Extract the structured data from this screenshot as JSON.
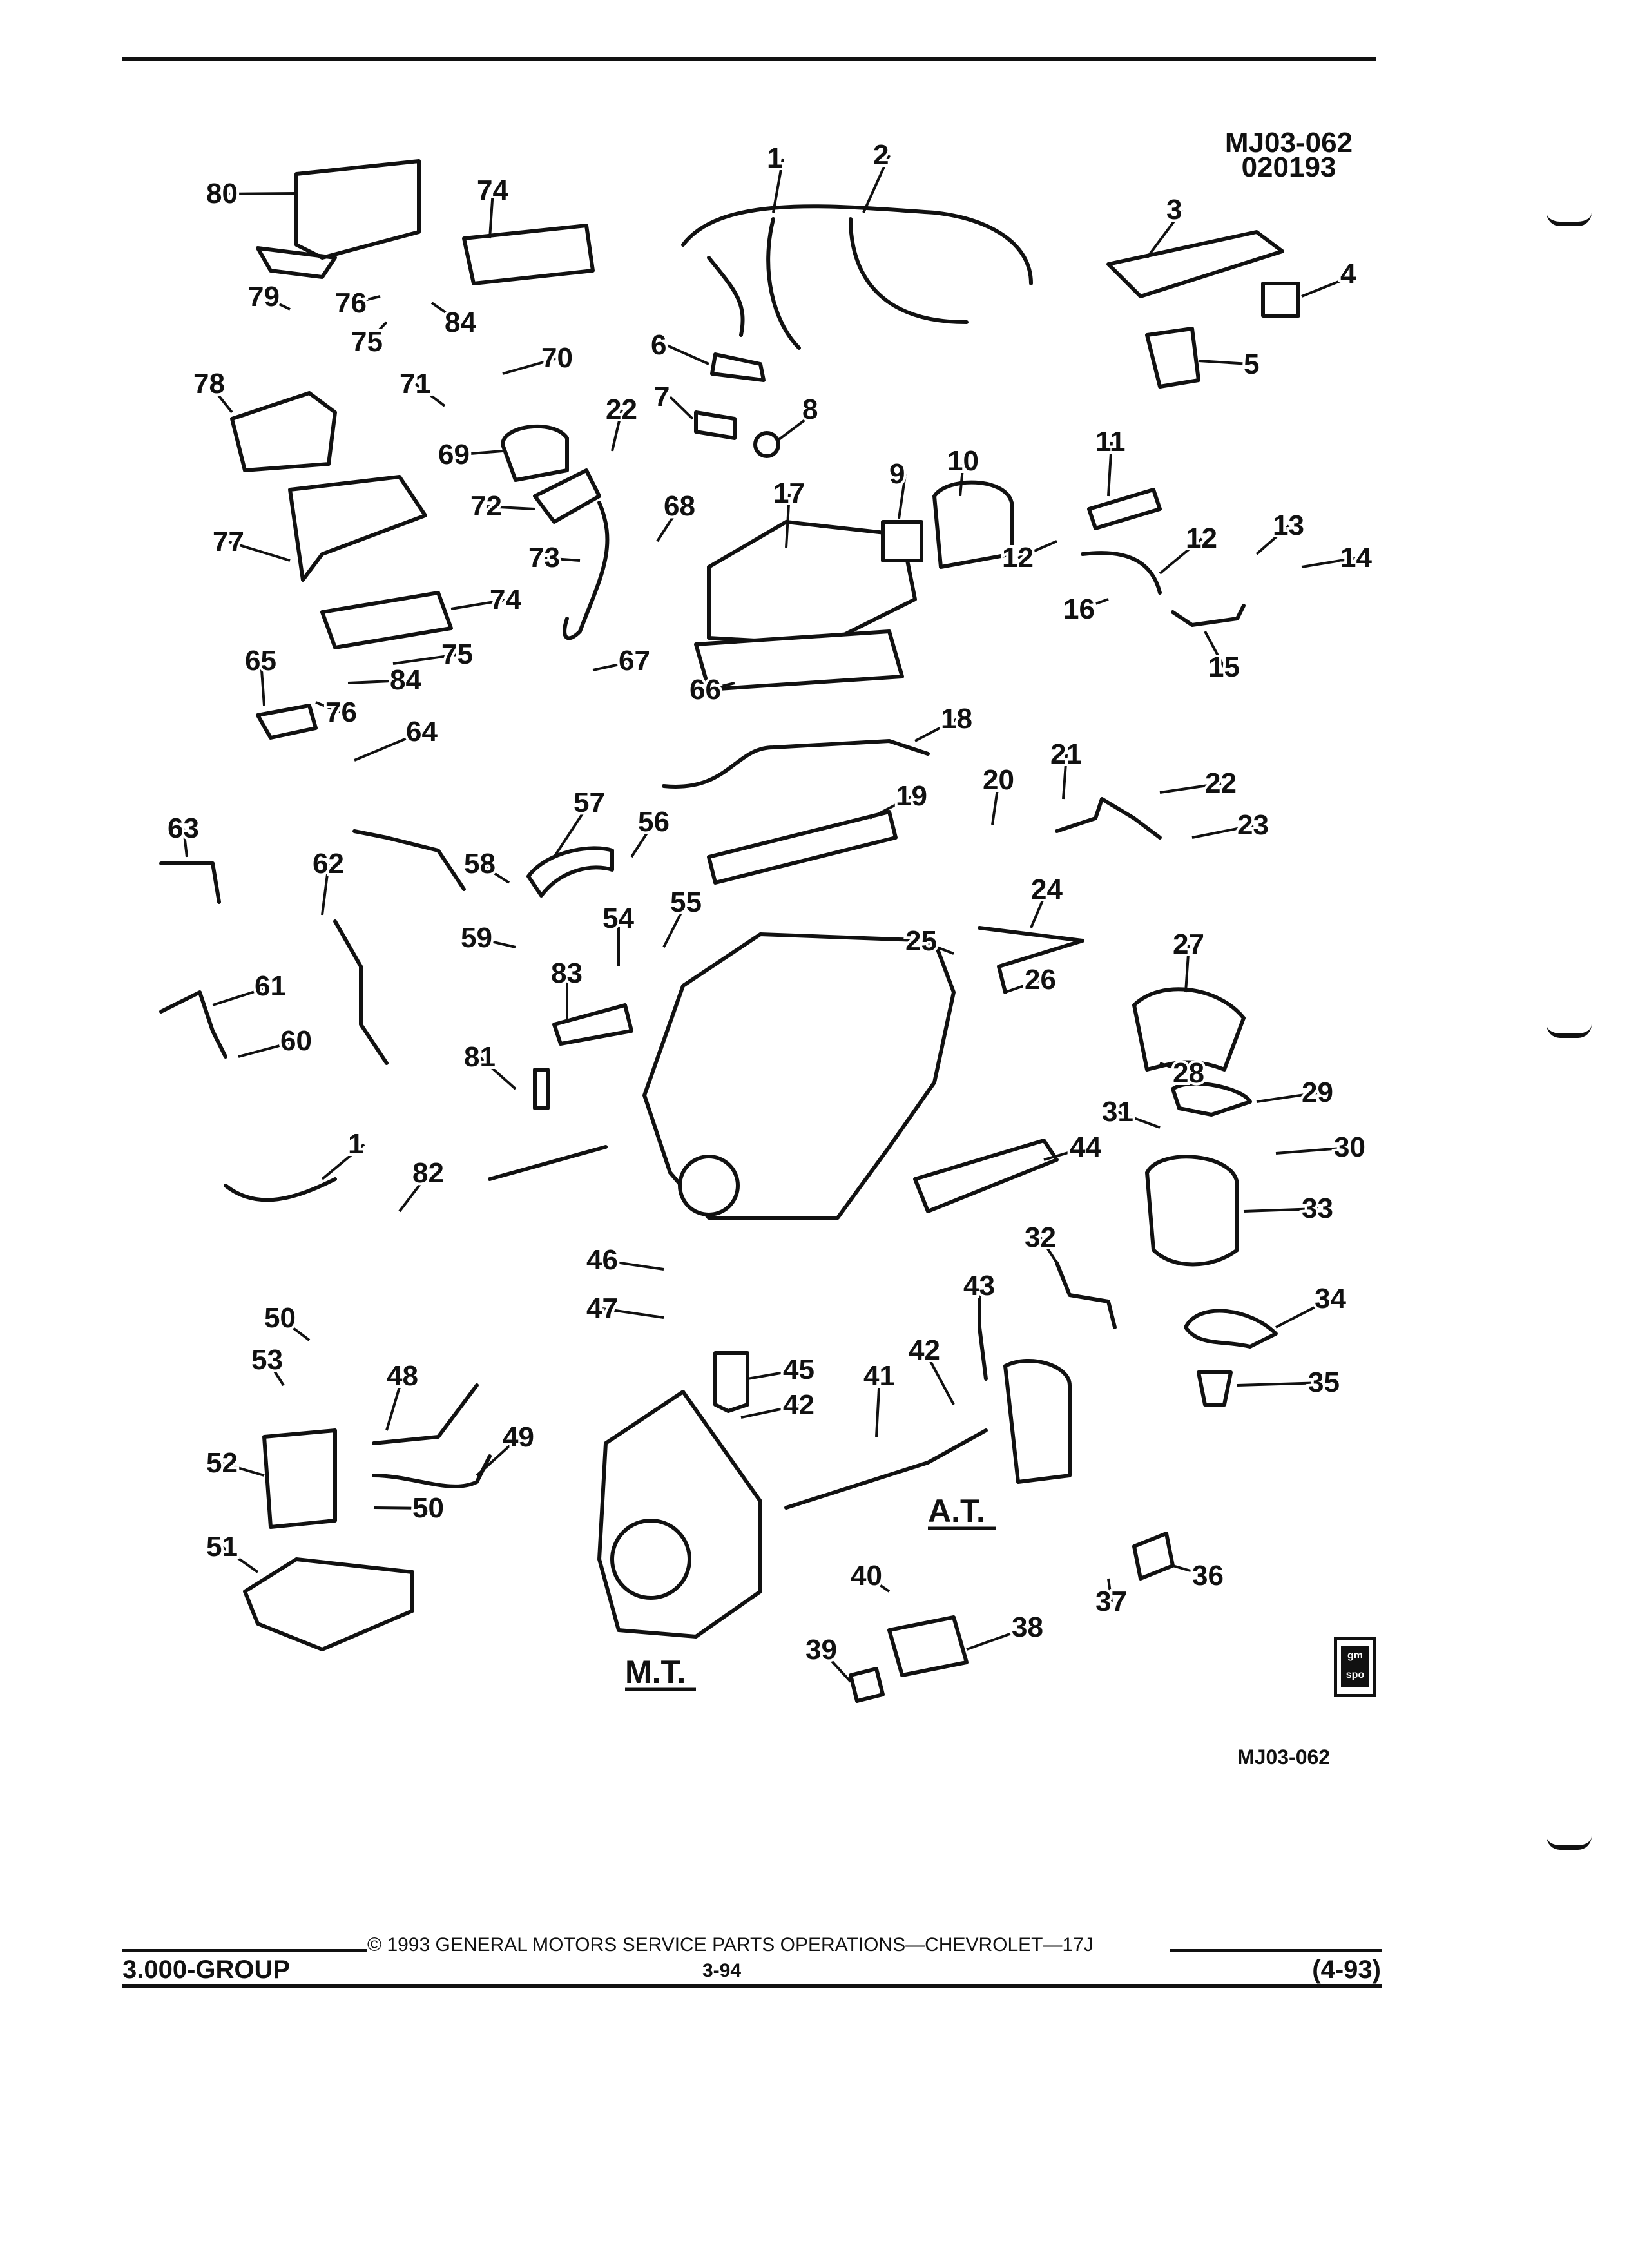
{
  "header": {
    "figure_id": "MJ03-062",
    "figure_date": "020193"
  },
  "diagram": {
    "callouts": [
      {
        "key": "c1",
        "text": "1"
      },
      {
        "key": "c2",
        "text": "2"
      },
      {
        "key": "c3",
        "text": "3"
      },
      {
        "key": "c4",
        "text": "4"
      },
      {
        "key": "c5",
        "text": "5"
      },
      {
        "key": "c6",
        "text": "6"
      },
      {
        "key": "c7",
        "text": "7"
      },
      {
        "key": "c8",
        "text": "8"
      },
      {
        "key": "c9",
        "text": "9"
      },
      {
        "key": "c10",
        "text": "10"
      },
      {
        "key": "c11",
        "text": "11"
      },
      {
        "key": "c12a",
        "text": "12"
      },
      {
        "key": "c12b",
        "text": "12"
      },
      {
        "key": "c13",
        "text": "13"
      },
      {
        "key": "c14",
        "text": "14"
      },
      {
        "key": "c15",
        "text": "15"
      },
      {
        "key": "c16",
        "text": "16"
      },
      {
        "key": "c17",
        "text": "17"
      },
      {
        "key": "c18",
        "text": "18"
      },
      {
        "key": "c19",
        "text": "19"
      },
      {
        "key": "c20",
        "text": "20"
      },
      {
        "key": "c21",
        "text": "21"
      },
      {
        "key": "c22a",
        "text": "22"
      },
      {
        "key": "c22b",
        "text": "22"
      },
      {
        "key": "c23",
        "text": "23"
      },
      {
        "key": "c24",
        "text": "24"
      },
      {
        "key": "c25",
        "text": "25"
      },
      {
        "key": "c26",
        "text": "26"
      },
      {
        "key": "c27",
        "text": "27"
      },
      {
        "key": "c28",
        "text": "28"
      },
      {
        "key": "c29",
        "text": "29"
      },
      {
        "key": "c30",
        "text": "30"
      },
      {
        "key": "c31",
        "text": "31"
      },
      {
        "key": "c32",
        "text": "32"
      },
      {
        "key": "c33",
        "text": "33"
      },
      {
        "key": "c34",
        "text": "34"
      },
      {
        "key": "c35",
        "text": "35"
      },
      {
        "key": "c36",
        "text": "36"
      },
      {
        "key": "c37",
        "text": "37"
      },
      {
        "key": "c38",
        "text": "38"
      },
      {
        "key": "c39",
        "text": "39"
      },
      {
        "key": "c40",
        "text": "40"
      },
      {
        "key": "c41",
        "text": "41"
      },
      {
        "key": "c42a",
        "text": "42"
      },
      {
        "key": "c42b",
        "text": "42"
      },
      {
        "key": "c43",
        "text": "43"
      },
      {
        "key": "c44",
        "text": "44"
      },
      {
        "key": "c45",
        "text": "45"
      },
      {
        "key": "c46",
        "text": "46"
      },
      {
        "key": "c47",
        "text": "47"
      },
      {
        "key": "c48",
        "text": "48"
      },
      {
        "key": "c49",
        "text": "49"
      },
      {
        "key": "c50a",
        "text": "50"
      },
      {
        "key": "c50b",
        "text": "50"
      },
      {
        "key": "c51",
        "text": "51"
      },
      {
        "key": "c52",
        "text": "52"
      },
      {
        "key": "c53",
        "text": "53"
      },
      {
        "key": "c54",
        "text": "54"
      },
      {
        "key": "c55",
        "text": "55"
      },
      {
        "key": "c56",
        "text": "56"
      },
      {
        "key": "c57",
        "text": "57"
      },
      {
        "key": "c58",
        "text": "58"
      },
      {
        "key": "c59",
        "text": "59"
      },
      {
        "key": "c60",
        "text": "60"
      },
      {
        "key": "c61",
        "text": "61"
      },
      {
        "key": "c62",
        "text": "62"
      },
      {
        "key": "c63",
        "text": "63"
      },
      {
        "key": "c64",
        "text": "64"
      },
      {
        "key": "c65",
        "text": "65"
      },
      {
        "key": "c66",
        "text": "66"
      },
      {
        "key": "c67",
        "text": "67"
      },
      {
        "key": "c68",
        "text": "68"
      },
      {
        "key": "c69",
        "text": "69"
      },
      {
        "key": "c70",
        "text": "70"
      },
      {
        "key": "c71",
        "text": "71"
      },
      {
        "key": "c72",
        "text": "72"
      },
      {
        "key": "c73",
        "text": "73"
      },
      {
        "key": "c74a",
        "text": "74"
      },
      {
        "key": "c74b",
        "text": "74"
      },
      {
        "key": "c75a",
        "text": "75"
      },
      {
        "key": "c75b",
        "text": "75"
      },
      {
        "key": "c76a",
        "text": "76"
      },
      {
        "key": "c76b",
        "text": "76"
      },
      {
        "key": "c77",
        "text": "77"
      },
      {
        "key": "c78",
        "text": "78"
      },
      {
        "key": "c79",
        "text": "79"
      },
      {
        "key": "c80",
        "text": "80"
      },
      {
        "key": "c81",
        "text": "81"
      },
      {
        "key": "c82",
        "text": "82"
      },
      {
        "key": "c83",
        "text": "83"
      },
      {
        "key": "c84a",
        "text": "84"
      },
      {
        "key": "c84b",
        "text": "84"
      },
      {
        "key": "c1b",
        "text": "1"
      }
    ],
    "labels": {
      "automatic": "A.T.",
      "manual": "M.T.",
      "bottom_id": "MJ03-062",
      "badge": "gm spo"
    }
  },
  "footer": {
    "copyright": "© 1993 GENERAL MOTORS SERVICE PARTS OPERATIONS—CHEVROLET—17J",
    "group": "3.000-GROUP",
    "page": "3-94",
    "date": "(4-93)"
  }
}
